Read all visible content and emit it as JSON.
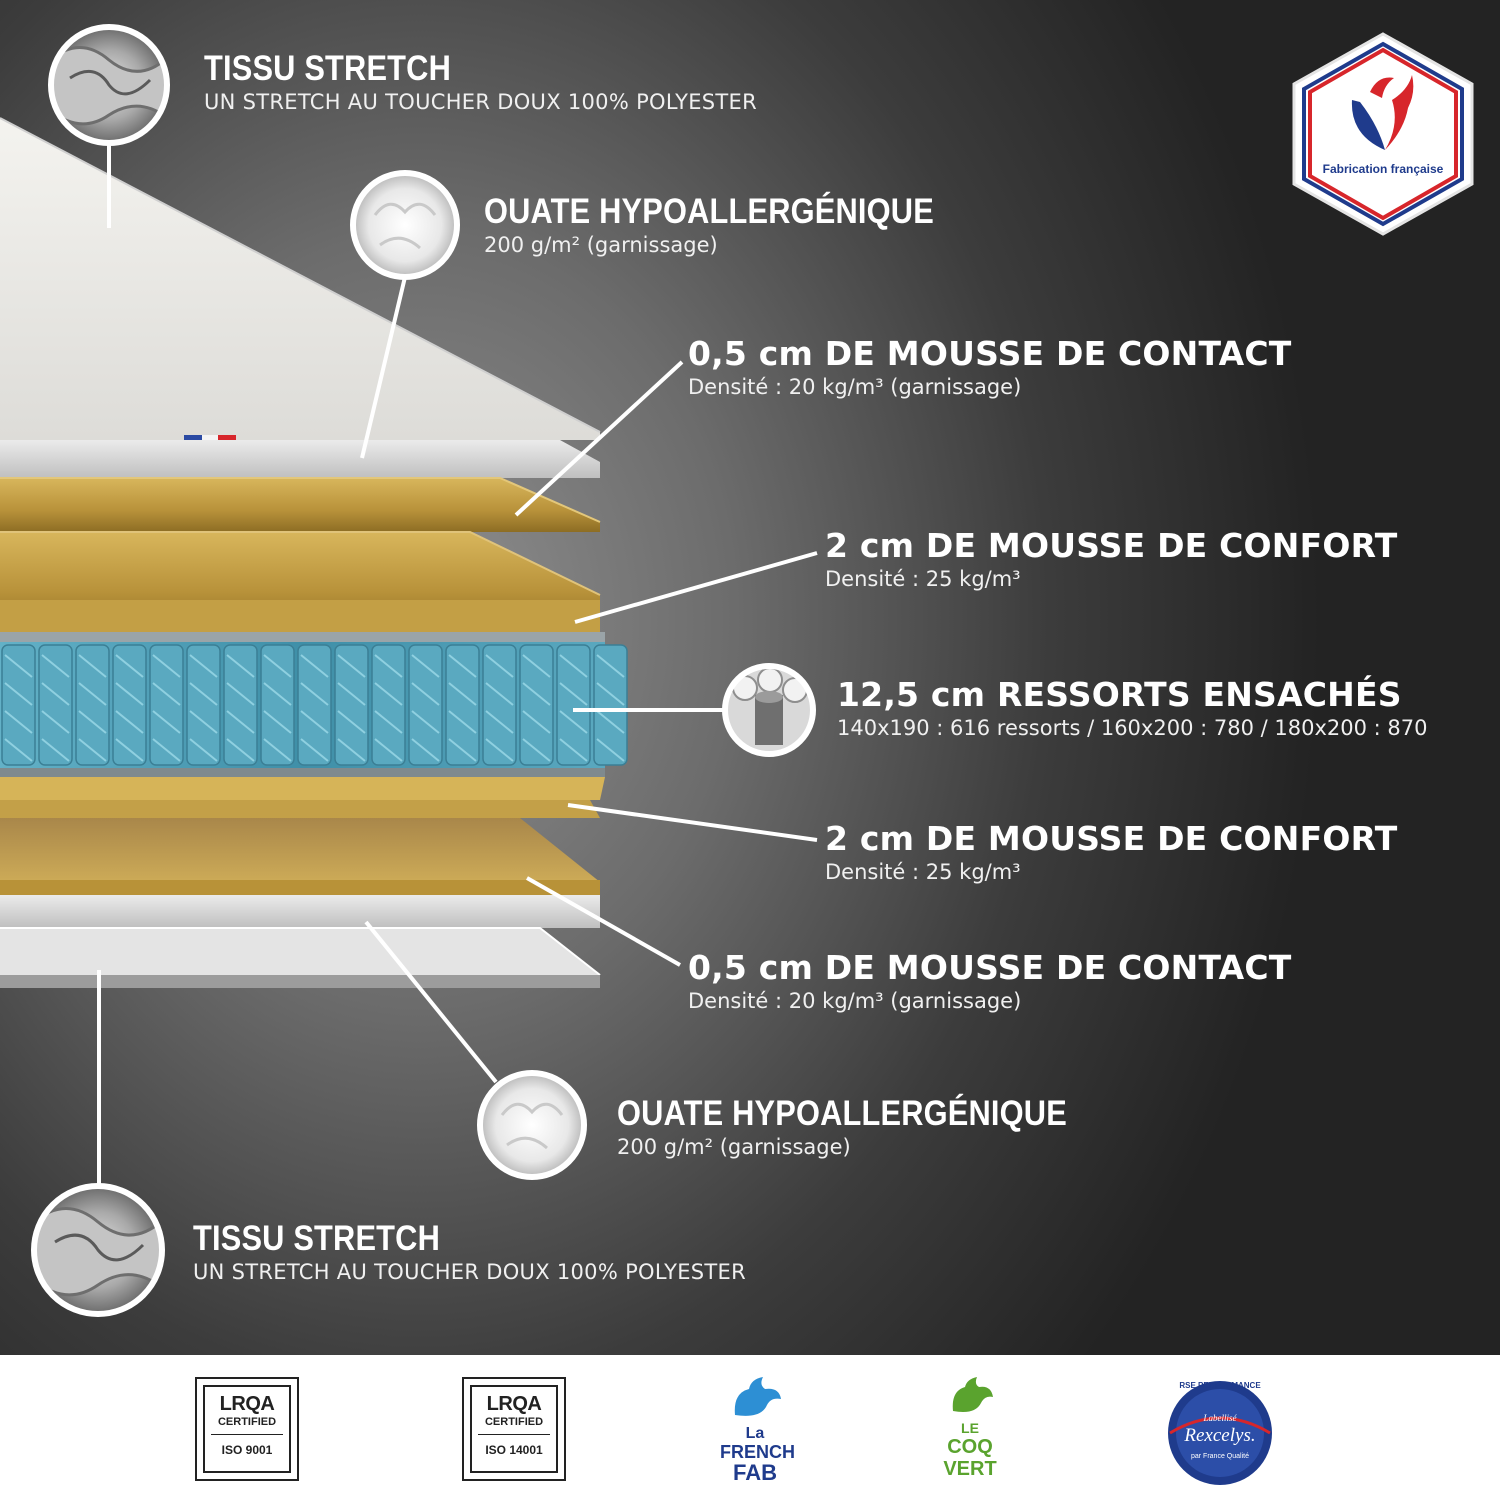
{
  "layers": [
    {
      "title": "TISSU STRETCH",
      "subtitle": "UN STRETCH AU TOUCHER DOUX 100% POLYESTER"
    },
    {
      "title": "OUATE HYPOALLERGÉNIQUE",
      "subtitle": "200 g/m² (garnissage)"
    },
    {
      "title": "0,5 cm DE MOUSSE DE CONTACT",
      "subtitle": "Densité : 20 kg/m³ (garnissage)"
    },
    {
      "title": "2 cm DE MOUSSE DE CONFORT",
      "subtitle": "Densité : 25 kg/m³"
    },
    {
      "title": "12,5 cm RESSORTS ENSACHÉS",
      "subtitle": "140x190 : 616 ressorts / 160x200 : 780 / 180x200 : 870"
    },
    {
      "title": "2 cm DE MOUSSE DE CONFORT",
      "subtitle": "Densité : 25 kg/m³"
    },
    {
      "title": "0,5 cm DE MOUSSE DE CONTACT",
      "subtitle": "Densité : 20 kg/m³ (garnissage)"
    },
    {
      "title": "OUATE HYPOALLERGÉNIQUE",
      "subtitle": "200 g/m² (garnissage)"
    },
    {
      "title": "TISSU STRETCH",
      "subtitle": "UN STRETCH AU TOUCHER DOUX 100% POLYESTER"
    }
  ],
  "badge": {
    "text": "Fabrication française"
  },
  "certifications": [
    {
      "brand": "LRQA",
      "label": "CERTIFIED",
      "standard": "ISO 9001"
    },
    {
      "brand": "LRQA",
      "label": "CERTIFIED",
      "standard": "ISO 14001"
    }
  ],
  "logos": {
    "french_fab": [
      "La",
      "FRENCH",
      "FAB"
    ],
    "coq_vert": [
      "LE",
      "COQ",
      "VERT"
    ],
    "rexcelys": {
      "top": "RSE PERFORMANCE",
      "label": "Labellisé",
      "name": "Rexcelys.",
      "bottom": "par France Qualité"
    }
  },
  "colors": {
    "foam": "#c9a64a",
    "springs": "#4f9fb8",
    "fabric": "#ecebe7",
    "blue": "#1f3b8c",
    "red": "#d7262b",
    "green": "#5aa32e"
  }
}
